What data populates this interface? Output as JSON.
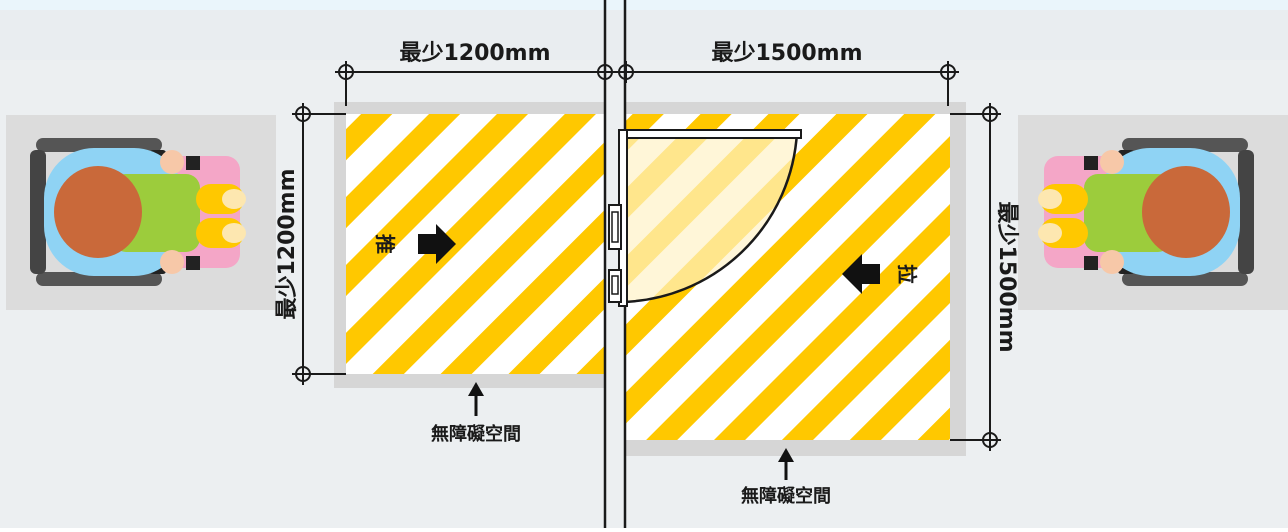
{
  "dimensions": {
    "left_width": "最少1200mm",
    "right_width": "最少1500mm",
    "left_depth": "最少1200mm",
    "right_depth": "最少1500mm"
  },
  "door_labels": {
    "push": "推",
    "pull": "拉"
  },
  "space_labels": {
    "left": "無障礙空間",
    "right": "無障礙空間"
  },
  "colors": {
    "background": "#eaf5fb",
    "stripe_yellow": "#ffc800",
    "wall_line": "#1a1a1a",
    "shadow_grey": "#e0e0e0",
    "wheelchair_grey": "#555555",
    "person_shirt": "#9ccc3c",
    "person_hair": "#c9693a",
    "person_shoulder": "#8fd3f4",
    "seat_pink": "#f4a6c7",
    "skin": "#f7c8a8"
  },
  "icons": [
    "wheelchair-user-icon",
    "push-arrow-icon",
    "pull-arrow-icon",
    "dimension-crosshair-icon",
    "door-hinge-icon"
  ]
}
